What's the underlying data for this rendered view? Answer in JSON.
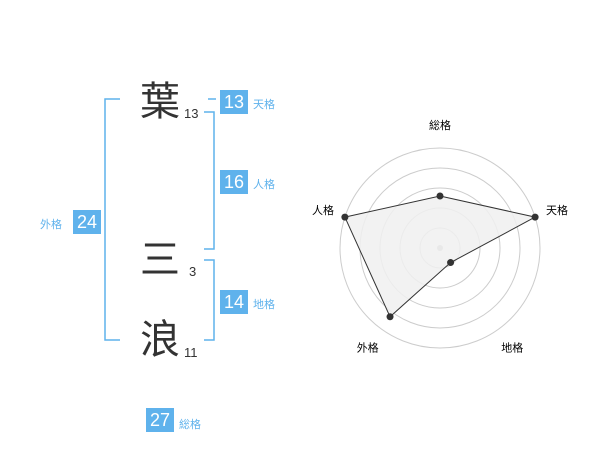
{
  "name": {
    "chars": [
      {
        "char": "葉",
        "strokes": "13"
      },
      {
        "char": "三",
        "strokes": "3"
      },
      {
        "char": "浪",
        "strokes": "11"
      }
    ]
  },
  "kakaku": {
    "tenkaku": {
      "value": "13",
      "label": "天格"
    },
    "jinkaku": {
      "value": "16",
      "label": "人格"
    },
    "chikaku": {
      "value": "14",
      "label": "地格"
    },
    "gaikaku": {
      "value": "24",
      "label": "外格"
    },
    "soukaku": {
      "value": "27",
      "label": "総格"
    }
  },
  "radar": {
    "axes": [
      "総格",
      "天格",
      "地格",
      "外格",
      "人格"
    ],
    "levels": 5,
    "values": [
      0.52,
      1.0,
      0.18,
      0.85,
      1.0
    ],
    "colors": {
      "fill": "#f0f0f0",
      "stroke": "#333333",
      "ring": "#cccccc",
      "center": "#bbbbbb",
      "accent": "#5fb2ec"
    }
  }
}
